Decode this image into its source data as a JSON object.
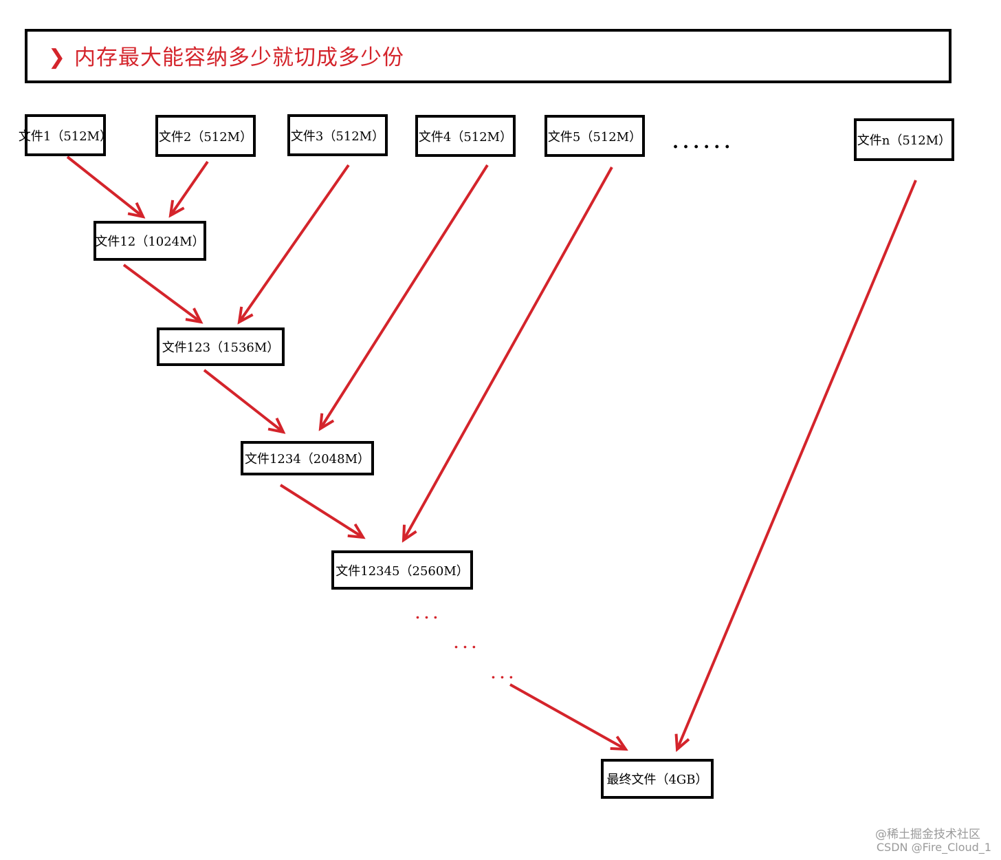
{
  "header": {
    "title": "内存最大能容纳多少就切成多少份"
  },
  "nodes": {
    "f1": "文件1（512M）",
    "f2": "文件2（512M）",
    "f3": "文件3（512M）",
    "f4": "文件4（512M）",
    "f5": "文件5（512M）",
    "fn": "文件n（512M）",
    "f12": "文件12（1024M）",
    "f123": "文件123（1536M）",
    "f1234": "文件1234（2048M）",
    "f12345": "文件12345（2560M）",
    "final": "最终文件（4GB）"
  },
  "ellipsis": {
    "top": "......",
    "mid": "..."
  },
  "colors": {
    "arrow": "#d4242b",
    "border": "#000000",
    "header_text": "#d4242b"
  },
  "watermark": {
    "line1": "@稀土掘金技术社区",
    "line2": "CSDN @Fire_Cloud_1"
  }
}
